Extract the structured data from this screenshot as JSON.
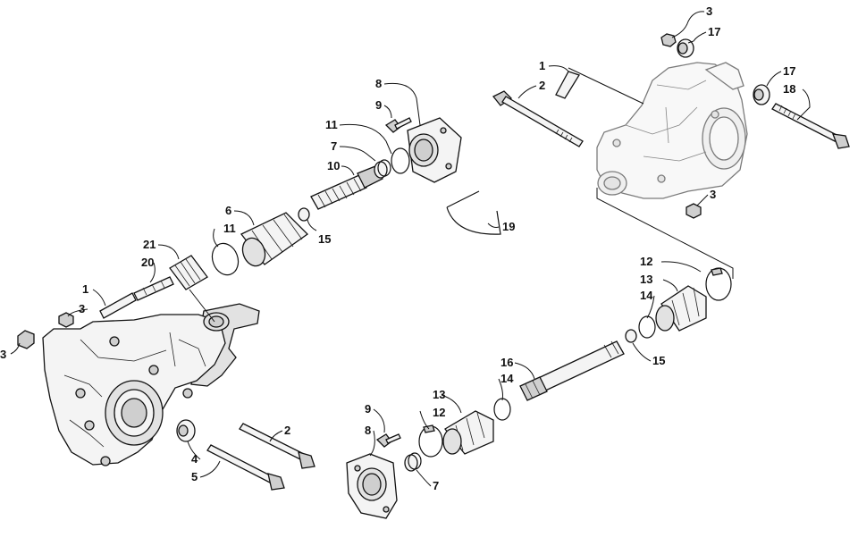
{
  "callouts": [
    {
      "id": "c3a",
      "text": "3"
    },
    {
      "id": "c17a",
      "text": "17"
    },
    {
      "id": "c1a",
      "text": "1"
    },
    {
      "id": "c2a",
      "text": "2"
    },
    {
      "id": "c17b",
      "text": "17"
    },
    {
      "id": "c18",
      "text": "18"
    },
    {
      "id": "c3b",
      "text": "3"
    },
    {
      "id": "c8a",
      "text": "8"
    },
    {
      "id": "c9a",
      "text": "9"
    },
    {
      "id": "c11a",
      "text": "11"
    },
    {
      "id": "c7a",
      "text": "7"
    },
    {
      "id": "c10",
      "text": "10"
    },
    {
      "id": "c6",
      "text": "6"
    },
    {
      "id": "c11b",
      "text": "11"
    },
    {
      "id": "c15a",
      "text": "15"
    },
    {
      "id": "c19",
      "text": "19"
    },
    {
      "id": "c21",
      "text": "21"
    },
    {
      "id": "c20",
      "text": "20"
    },
    {
      "id": "c1b",
      "text": "1"
    },
    {
      "id": "c3c",
      "text": "3"
    },
    {
      "id": "c3d",
      "text": "3"
    },
    {
      "id": "c12a",
      "text": "12"
    },
    {
      "id": "c13a",
      "text": "13"
    },
    {
      "id": "c14a",
      "text": "14"
    },
    {
      "id": "c15b",
      "text": "15"
    },
    {
      "id": "c16",
      "text": "16"
    },
    {
      "id": "c14b",
      "text": "14"
    },
    {
      "id": "c13b",
      "text": "13"
    },
    {
      "id": "c12b",
      "text": "12"
    },
    {
      "id": "c9b",
      "text": "9"
    },
    {
      "id": "c8b",
      "text": "8"
    },
    {
      "id": "c7b",
      "text": "7"
    },
    {
      "id": "c2b",
      "text": "2"
    },
    {
      "id": "c4",
      "text": "4"
    },
    {
      "id": "c5",
      "text": "5"
    }
  ]
}
